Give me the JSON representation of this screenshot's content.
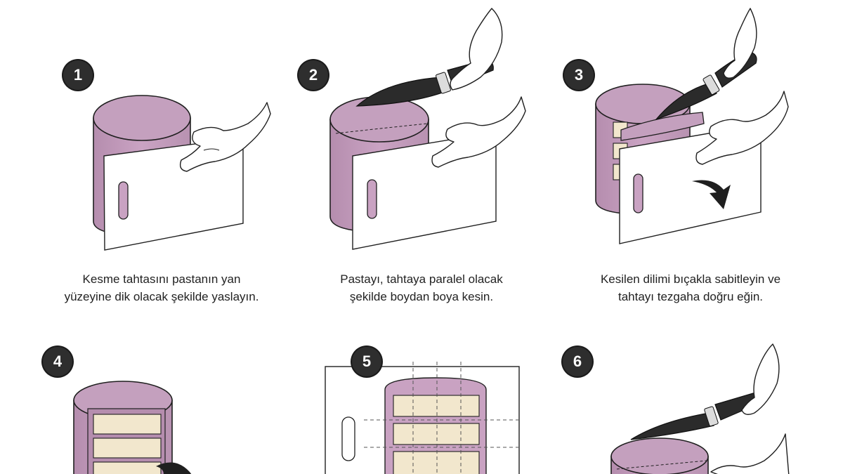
{
  "colors": {
    "cake": "#c9a2c2",
    "cake_top": "#c4a0be",
    "cake_shadow": "#b58dae",
    "cream": "#f2e7cd",
    "board": "#ffffff",
    "outline": "#1f1f1f",
    "knife": "#2b2b2b",
    "badge": "#2e2e2e"
  },
  "steps": [
    {
      "number": "1",
      "caption_lines": [
        "Kesme tahtasını pastanın yan",
        "yüzeyine dik olacak şekilde yaslayın."
      ],
      "icons": [
        "cake-icon",
        "cutting-board-icon",
        "hand-icon"
      ]
    },
    {
      "number": "2",
      "caption_lines": [
        "Pastayı, tahtaya paralel olacak",
        "şekilde boydan boya kesin."
      ],
      "icons": [
        "cake-icon",
        "cutting-board-icon",
        "knife-icon",
        "hand-icon"
      ]
    },
    {
      "number": "3",
      "caption_lines": [
        "Kesilen dilimi bıçakla sabitleyin ve",
        "tahtayı tezgaha doğru eğin."
      ],
      "icons": [
        "cake-icon",
        "cutting-board-icon",
        "knife-icon",
        "hand-icon",
        "curved-arrow-icon"
      ]
    },
    {
      "number": "4",
      "caption_lines": [],
      "icons": [
        "cake-icon",
        "curved-arrow-icon"
      ]
    },
    {
      "number": "5",
      "caption_lines": [],
      "icons": [
        "cutting-board-icon",
        "cake-slices-grid-icon"
      ]
    },
    {
      "number": "6",
      "caption_lines": [],
      "icons": [
        "cake-icon",
        "knife-icon",
        "hand-icon"
      ]
    }
  ]
}
